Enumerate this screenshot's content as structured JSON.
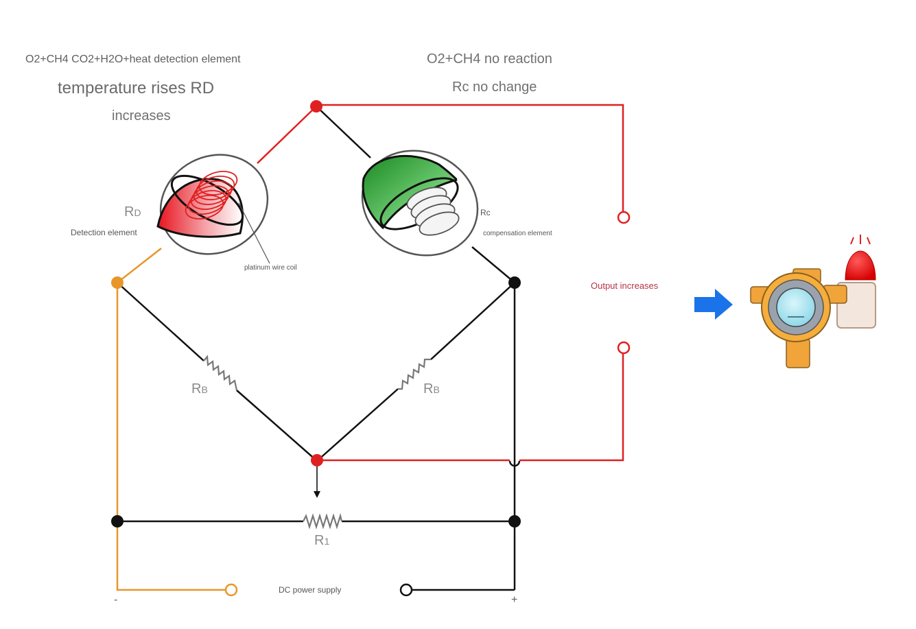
{
  "header_left": {
    "line1": "O2+CH4 CO2+H2O+heat detection element",
    "line2": "temperature rises RD",
    "line3": "increases"
  },
  "header_right": {
    "line1": "O2+CH4 no reaction",
    "line2": "Rc no change"
  },
  "components": {
    "rd_symbol": "R",
    "rd_sub": "D",
    "rd_label": "Detection element",
    "coil_label": "platinum wire coil",
    "rc_label": "Rc",
    "rc_desc": "compensation element",
    "rb_left_symbol": "R",
    "rb_left_sub": "B",
    "rb_right_symbol": "R",
    "rb_right_sub": "B",
    "r1_symbol": "R",
    "r1_sub": "1"
  },
  "output_label": "Output increases",
  "power": {
    "label": "DC power supply",
    "minus": "-",
    "plus": "+"
  },
  "colors": {
    "wire_black": "#111111",
    "wire_red": "#e02020",
    "wire_orange": "#e8962a",
    "arrow_blue": "#1a73e8",
    "detector_red": "#e8141e",
    "compensator_green": "#1f8f2a",
    "label_red": "#b5334a"
  },
  "icons": {
    "arrow": "right-arrow-icon",
    "detector": "gas-detector-icon"
  }
}
